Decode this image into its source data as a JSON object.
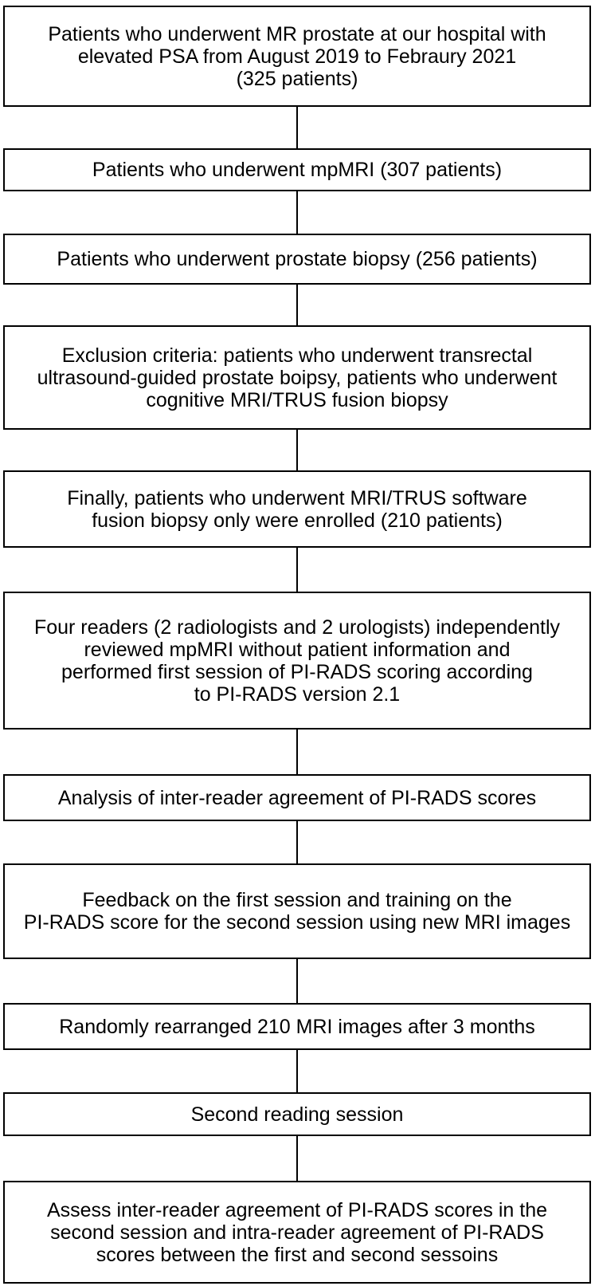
{
  "figure": {
    "type": "flowchart",
    "background_color": "#ffffff",
    "box_border_color": "#000000",
    "text_color": "#000000"
  },
  "flowchart": {
    "nodes": [
      {
        "id": "initial-cohort",
        "lines": [
          "Patients who underwent MR prostate at our hospital with",
          "elevated PSA from August 2019 to Febraury 2021",
          "(325 patients)"
        ]
      },
      {
        "id": "mpmri-patients",
        "lines": [
          "Patients who underwent mpMRI (307 patients)"
        ]
      },
      {
        "id": "biopsy-patients",
        "lines": [
          "Patients who underwent prostate biopsy (256 patients)"
        ]
      },
      {
        "id": "exclusion-criteria",
        "lines": [
          "Exclusion criteria: patients who underwent transrectal",
          "ultrasound-guided prostate boipsy, patients who underwent",
          "cognitive MRI/TRUS fusion biopsy"
        ]
      },
      {
        "id": "enrolled-patients",
        "lines": [
          "Finally, patients who underwent MRI/TRUS software",
          "fusion biopsy only were enrolled (210 patients)"
        ]
      },
      {
        "id": "first-reading-session",
        "lines": [
          "Four readers (2 radiologists and 2 urologists) independently",
          "reviewed mpMRI without patient information and",
          "performed first session of PI-RADS scoring according",
          "to PI-RADS version 2.1"
        ]
      },
      {
        "id": "interreader-analysis",
        "lines": [
          "Analysis of inter-reader agreement of PI-RADS scores"
        ]
      },
      {
        "id": "feedback-training",
        "lines": [
          "Feedback on the first session and training on the",
          "PI-RADS score for the second session using new MRI images"
        ]
      },
      {
        "id": "rearranged-images",
        "lines": [
          "Randomly rearranged 210 MRI images after 3 months"
        ]
      },
      {
        "id": "second-reading-session",
        "lines": [
          "Second reading session"
        ]
      },
      {
        "id": "final-assessment",
        "lines": [
          "Assess inter-reader agreement of PI-RADS scores in the",
          "second session and intra-reader agreement of PI-RADS",
          "scores between the first and second sessoins"
        ]
      }
    ]
  }
}
